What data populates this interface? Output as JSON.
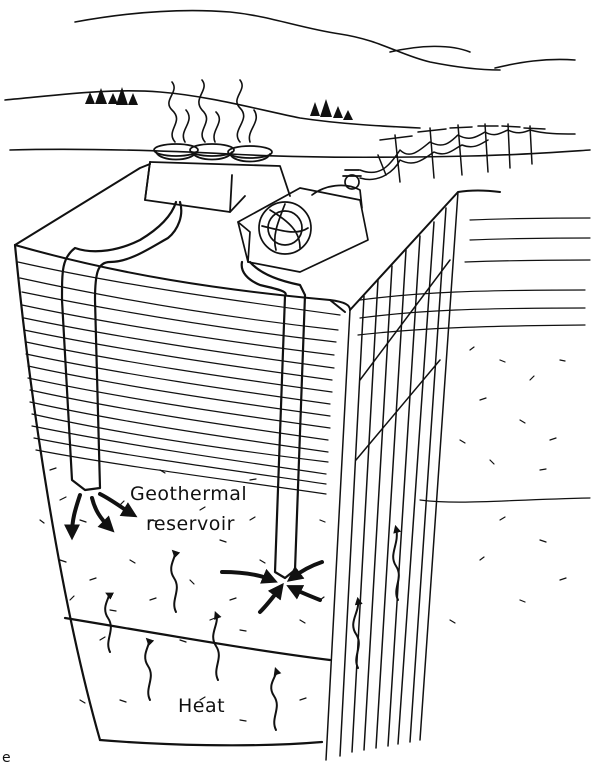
{
  "diagram": {
    "labels": {
      "reservoir_line1": "Geothermal",
      "reservoir_line2": "reservoir",
      "heat": "Heat",
      "edge_char": "e"
    },
    "colors": {
      "ink": "#111111",
      "background": "#ffffff"
    }
  }
}
